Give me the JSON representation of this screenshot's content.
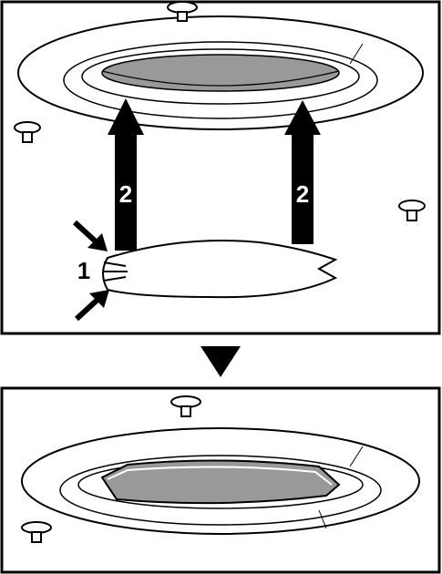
{
  "step1": {
    "callouts": {
      "squeeze_label": "1",
      "push_label_left": "2",
      "push_label_right": "2"
    }
  },
  "colors": {
    "outline": "#000000",
    "background": "#ffffff",
    "lens_fill": "#999999",
    "lens_rim": "#c8c8c8"
  },
  "icons": {
    "squeeze_arrow": "diagonal-arrow-icon",
    "push_arrow": "up-arrow-icon",
    "next_step": "down-triangle-icon",
    "screw": "screw-icon"
  }
}
